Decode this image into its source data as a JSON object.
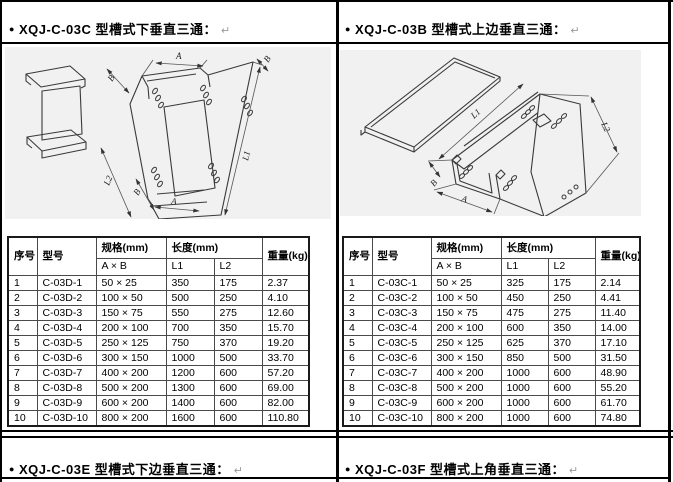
{
  "sections": {
    "top_left": {
      "bullet": "●",
      "title": "XQJ-C-03C 型槽式下垂直三通：",
      "return_mark": "↵"
    },
    "top_right": {
      "bullet": "●",
      "title": "XQJ-C-03B 型槽式上边垂直三通：",
      "return_mark": "↵"
    },
    "bottom_left": {
      "bullet": "●",
      "title": "XQJ-C-03E 型槽式下边垂直三通：",
      "return_mark": "↵"
    },
    "bottom_right": {
      "bullet": "●",
      "title": "XQJ-C-03F 型槽式上角垂直三通：",
      "return_mark": "↵"
    }
  },
  "table_headers": {
    "no": "序号",
    "model": "型号",
    "spec": "规格(mm)",
    "spec_sub": "A × B",
    "length": "长度(mm)",
    "l1": "L1",
    "l2": "L2",
    "weight": "重量(kg)"
  },
  "left_table": {
    "rows": [
      [
        "1",
        "C-03D-1",
        "50 × 25",
        "350",
        "175",
        "2.37"
      ],
      [
        "2",
        "C-03D-2",
        "100 × 50",
        "500",
        "250",
        "4.10"
      ],
      [
        "3",
        "C-03D-3",
        "150 × 75",
        "550",
        "275",
        "12.60"
      ],
      [
        "4",
        "C-03D-4",
        "200 × 100",
        "700",
        "350",
        "15.70"
      ],
      [
        "5",
        "C-03D-5",
        "250 × 125",
        "750",
        "370",
        "19.20"
      ],
      [
        "6",
        "C-03D-6",
        "300 × 150",
        "1000",
        "500",
        "33.70"
      ],
      [
        "7",
        "C-03D-7",
        "400 × 200",
        "1200",
        "600",
        "57.20"
      ],
      [
        "8",
        "C-03D-8",
        "500 × 200",
        "1300",
        "600",
        "69.00"
      ],
      [
        "9",
        "C-03D-9",
        "600 × 200",
        "1400",
        "600",
        "82.00"
      ],
      [
        "10",
        "C-03D-10",
        "800 × 200",
        "1600",
        "600",
        "110.80"
      ]
    ]
  },
  "right_table": {
    "rows": [
      [
        "1",
        "C-03C-1",
        "50 × 25",
        "325",
        "175",
        "2.14"
      ],
      [
        "2",
        "C-03C-2",
        "100 × 50",
        "450",
        "250",
        "4.41"
      ],
      [
        "3",
        "C-03C-3",
        "150 × 75",
        "475",
        "275",
        "11.40"
      ],
      [
        "4",
        "C-03C-4",
        "200 × 100",
        "600",
        "350",
        "14.00"
      ],
      [
        "5",
        "C-03C-5",
        "250 × 125",
        "625",
        "370",
        "17.10"
      ],
      [
        "6",
        "C-03C-6",
        "300 × 150",
        "850",
        "500",
        "31.50"
      ],
      [
        "7",
        "C-03C-7",
        "400 × 200",
        "1000",
        "600",
        "48.90"
      ],
      [
        "8",
        "C-03C-8",
        "500 × 200",
        "1000",
        "600",
        "55.20"
      ],
      [
        "9",
        "C-03C-9",
        "600 × 200",
        "1000",
        "600",
        "61.70"
      ],
      [
        "10",
        "C-03C-10",
        "800 × 200",
        "1000",
        "600",
        "74.80"
      ]
    ]
  },
  "drawings": {
    "left": {
      "a_top": "A",
      "b_top_left": "B",
      "b_top_right": "B",
      "l1": "L1",
      "l2": "L2",
      "b_bottom": "B",
      "a_bottom": "A"
    },
    "right": {
      "l1": "L1",
      "l2": "L2",
      "b": "B",
      "a": "A"
    }
  },
  "colors": {
    "drawing_bg": "#f1f1f1",
    "border": "#000000",
    "return_mark": "#9a9a9a"
  }
}
